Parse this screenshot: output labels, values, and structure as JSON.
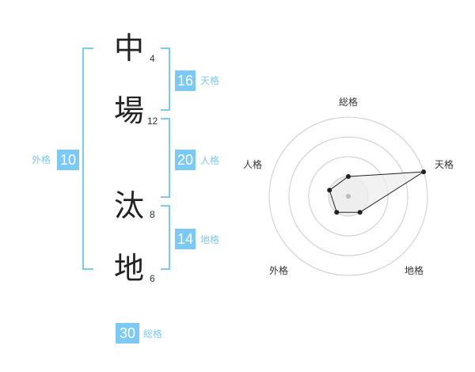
{
  "name": {
    "chars": [
      {
        "char": "中",
        "strokes": "4"
      },
      {
        "char": "場",
        "strokes": "12"
      },
      {
        "char": "汰",
        "strokes": "8"
      },
      {
        "char": "地",
        "strokes": "6"
      }
    ]
  },
  "kakusu": {
    "tenkaku": {
      "value": "16",
      "label": "天格"
    },
    "jinkaku": {
      "value": "20",
      "label": "人格"
    },
    "chikaku": {
      "value": "14",
      "label": "地格"
    },
    "gaikaku": {
      "value": "10",
      "label": "外格"
    },
    "soukaku": {
      "value": "30",
      "label": "総格"
    }
  },
  "chart_data": {
    "type": "radar",
    "axes": [
      "総格",
      "天格",
      "地格",
      "外格",
      "人格"
    ],
    "max": 4,
    "rings": 4,
    "values": [
      1,
      4,
      1,
      1,
      1
    ],
    "colors": {
      "fill": "#eeeeee",
      "line": "#222222",
      "grid": "#cccccc",
      "center": "#bbbbbb"
    }
  }
}
